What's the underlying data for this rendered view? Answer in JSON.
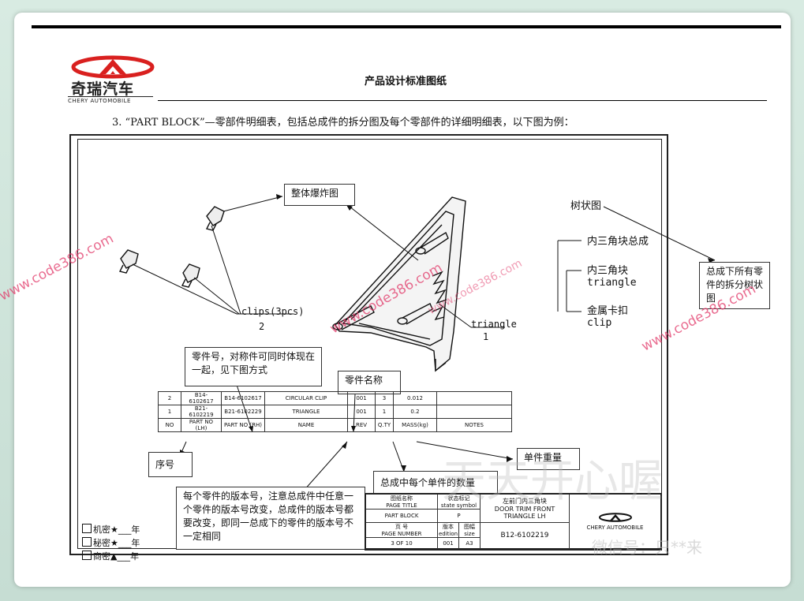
{
  "brand": {
    "name_cn": "奇瑞汽车",
    "name_en": "CHERY AUTOMOBILE"
  },
  "header": {
    "title": "产品设计标准图纸"
  },
  "intro": "3. “PART BLOCK”—零部件明细表，包括总成件的拆分图及每个零部件的详细明细表，以下图为例：",
  "callouts": {
    "exploded": "整体爆炸图",
    "part_no_note": "零件号，对称件可同时体现在一起，见下图方式",
    "part_name": "零件名称",
    "seq": "序号",
    "unit_weight": "单件重量",
    "qty_note": "总成中每个单件的数量",
    "rev_note": "每个零件的版本号，注意总成件中任意一个零件的版本号改变，总成件的版本号都要改变，即同一总成下的零件的版本号不一定相同",
    "tree_note": "总成下所有零件的拆分树状图"
  },
  "drawing_labels": {
    "clips": "clips(3pcs)",
    "clips_no": "2",
    "triangle": "triangle",
    "triangle_no": "1"
  },
  "tree": {
    "title": "树状图",
    "root": "内三角块总成",
    "child1_cn": "内三角块",
    "child1_en": "triangle",
    "child2_cn": "金属卡扣",
    "child2_en": "clip"
  },
  "parts_table": {
    "rows": [
      [
        "2",
        "B14-6102617",
        "B14-6102617",
        "CIRCULAR CLIP",
        "001",
        "3",
        "0.012",
        ""
      ],
      [
        "1",
        "B21-6102219",
        "B21-6102229",
        "TRIANGLE",
        "001",
        "1",
        "0.2",
        ""
      ]
    ],
    "header": [
      "NO",
      "PART NO (LH)",
      "PART NO (RH)",
      "NAME",
      "REV",
      "Q.TY",
      "MASS(kg)",
      "NOTES"
    ]
  },
  "confidentiality": [
    "机密★___年",
    "秘密★___年",
    "商密▲___年"
  ],
  "title_block": {
    "page_title_cn": "图纸名称",
    "page_title_en": "PAGE TITLE",
    "page_title_val": "PART BLOCK",
    "state_cn": "状态标记",
    "state_en": "state symbol",
    "state_val": "P",
    "page_no_cn": "页  号",
    "page_no_en": "PAGE NUMBER",
    "page_no_val": "3 OF 10",
    "edition_cn": "版本",
    "edition_en": "edition",
    "edition_val": "001",
    "size_cn": "图幅",
    "size_en": "size",
    "size_val": "A3",
    "part_cn": "左前门内三角块",
    "part_en": "DOOR TRIM FRONT TRIANGLE LH",
    "part_no": "B12-6102219",
    "company": "CHERY AUTOMOBILE"
  },
  "watermarks": [
    "www.code386.com",
    "www.code386.com",
    "www.code386.com",
    "www.code386.com"
  ],
  "watermark_gray": [
    "天天开心喔",
    "微信号：只**来"
  ],
  "colors": {
    "brand_red": "#d9201f",
    "watermark": "#e23a6a"
  }
}
